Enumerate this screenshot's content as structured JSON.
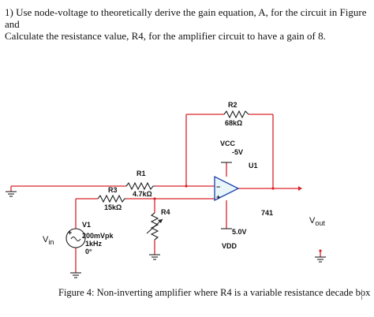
{
  "question": {
    "line1": "1) Use node-voltage to theoretically derive the gain equation, A, for the circuit in Figure and",
    "line2": "Calculate the resistance value, R4, for the amplifier circuit to have a gain of 8."
  },
  "circuit": {
    "r2": {
      "name": "R2",
      "value": "68kΩ"
    },
    "r1": {
      "name": "R1",
      "value": "4.7kΩ"
    },
    "r3": {
      "name": "R3",
      "value": "15kΩ"
    },
    "r4": {
      "name": "R4"
    },
    "vcc": {
      "name": "VCC",
      "value": "-5V"
    },
    "vdd": {
      "name": "VDD",
      "value": "5.0V"
    },
    "opamp": {
      "name": "U1",
      "model": "741"
    },
    "v1": {
      "name": "V1",
      "amplitude": "200mVpk",
      "frequency": "1kHz",
      "phase": "0°"
    },
    "vin": {
      "main": "V",
      "sub": "in"
    },
    "vout": {
      "main": "V",
      "sub": "out"
    },
    "colors": {
      "wire": "#d9242b",
      "component": "#1f1f1f",
      "opamp_outline": "#1c3fa8",
      "opamp_fill": "#e8f6fa",
      "ground": "#1f1f1f"
    }
  },
  "caption": "Figure 4: Non-inverting amplifier where R4 is a variable resistance decade box"
}
